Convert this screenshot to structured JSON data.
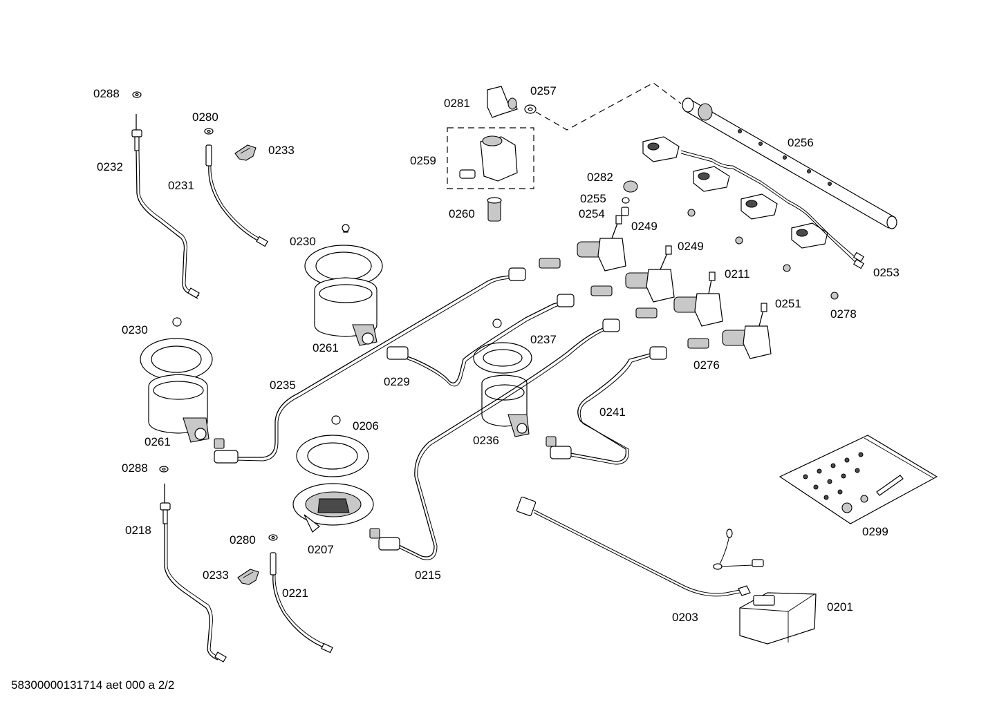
{
  "labels": {
    "p0288a": "0288",
    "p0232": "0232",
    "p0280a": "0280",
    "p0231": "0231",
    "p0233a": "0233",
    "p0230a": "0230",
    "p0261a": "0261",
    "p0230b": "0230",
    "p0261b": "0261",
    "p0235": "0235",
    "p0229": "0229",
    "p0206": "0206",
    "p0207": "0207",
    "p0288b": "0288",
    "p0218": "0218",
    "p0280b": "0280",
    "p0233b": "0233",
    "p0221": "0221",
    "p0215": "0215",
    "p0236": "0236",
    "p0237": "0237",
    "p0241": "0241",
    "p0281": "0281",
    "p0257": "0257",
    "p0259": "0259",
    "p0260": "0260",
    "p0282": "0282",
    "p0255": "0255",
    "p0254": "0254",
    "p0249a": "0249",
    "p0249b": "0249",
    "p0211": "0211",
    "p0251": "0251",
    "p0276": "0276",
    "p0256": "0256",
    "p0253": "0253",
    "p0278": "0278",
    "p0299": "0299",
    "p0203": "0203",
    "p0201": "0201"
  },
  "footer": "58300000131714 aet 000 a 2/2"
}
